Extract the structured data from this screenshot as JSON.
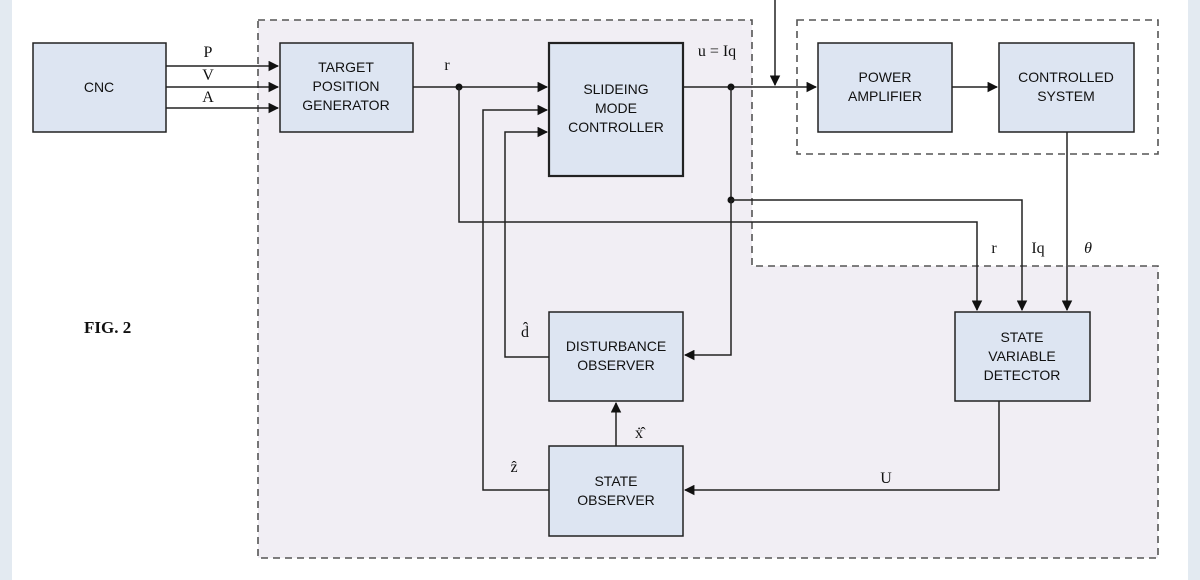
{
  "figure_label": "FIG. 2",
  "blocks": {
    "cnc": "CNC",
    "target_generator": [
      "TARGET",
      "POSITION",
      "GENERATOR"
    ],
    "sliding_mode_controller": [
      "SLIDEING",
      "MODE",
      "CONTROLLER"
    ],
    "power_amplifier": [
      "POWER",
      "AMPLIFIER"
    ],
    "controlled_system": [
      "CONTROLLED",
      "SYSTEM"
    ],
    "state_variable_detector": [
      "STATE",
      "VARIABLE",
      "DETECTOR"
    ],
    "disturbance_observer": [
      "DISTURBANCE",
      "OBSERVER"
    ],
    "state_observer": [
      "STATE",
      "OBSERVER"
    ]
  },
  "signals": {
    "p": "P",
    "v": "V",
    "a": "A",
    "r": "r",
    "u_iq": "u = Iq",
    "r_detector": "r",
    "iq_detector": "Iq",
    "theta": "θ",
    "d_hat": "d̂",
    "x_dot_hat": "ẋ̂",
    "z_hat": "ẑ",
    "u_big": "U"
  }
}
